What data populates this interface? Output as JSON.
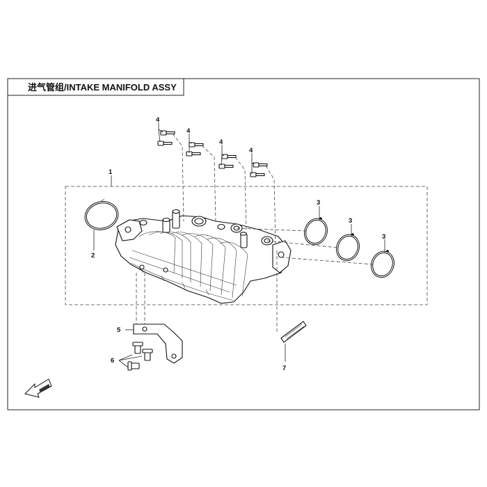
{
  "title": "进气管组/INTAKE MANIFOLD ASSY",
  "callouts": {
    "c1": "1",
    "c2": "2",
    "c3a": "3",
    "c3b": "3",
    "c3c": "3",
    "c4a": "4",
    "c4b": "4",
    "c4c": "4",
    "c4d": "4",
    "c5": "5",
    "c6": "6",
    "c7": "7"
  },
  "icons": {
    "front_arrow": "fwd-arrow-icon"
  }
}
